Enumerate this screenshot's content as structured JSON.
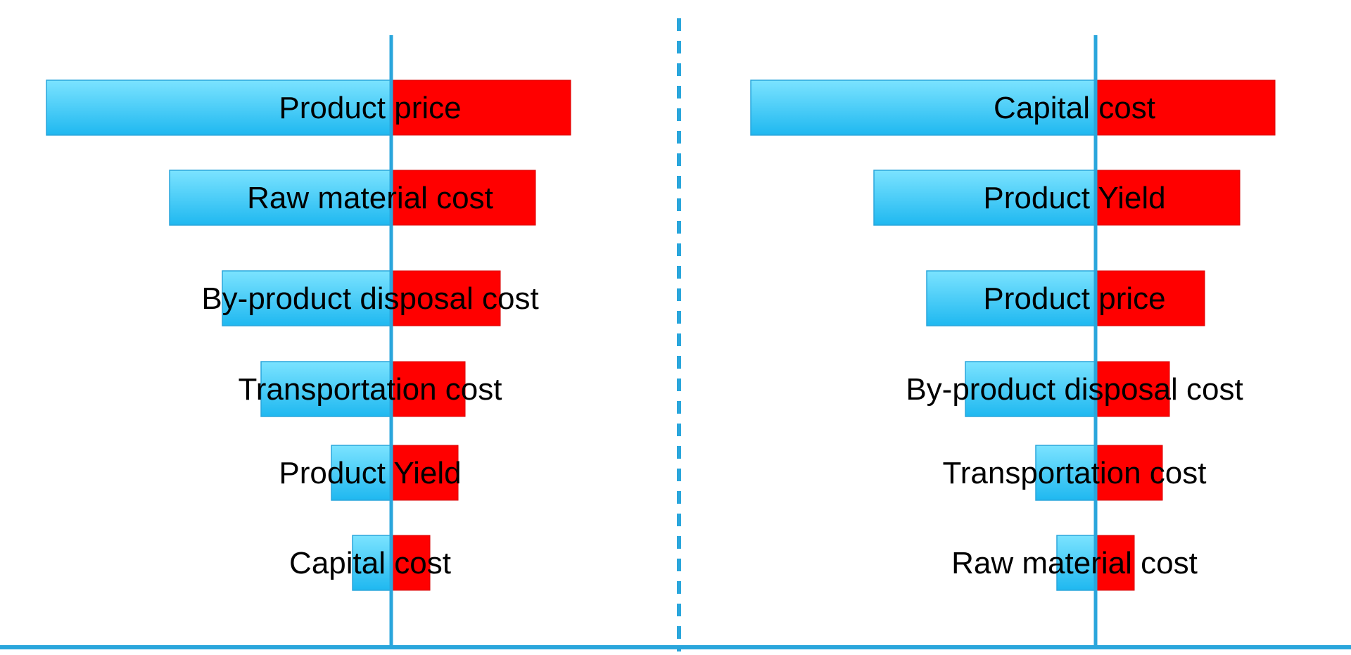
{
  "colors": {
    "low_bar_top": "#7be3ff",
    "low_bar_bottom": "#1fb8f0",
    "low_bar_stroke": "#2aa6dc",
    "high_bar": "#ff0000",
    "high_bar_stroke": "#d80000",
    "axis": "#2aa6dc",
    "divider": "#2aa6dc",
    "baseline": "#2aa6dc",
    "label": "#000000"
  },
  "chart_data": [
    {
      "type": "bar",
      "orientation": "horizontal",
      "style": "tornado",
      "title": "",
      "xlabel": "",
      "ylabel": "",
      "xlim": [
        -4.9,
        2.55
      ],
      "categories": [
        "Product price",
        "Raw material cost",
        "By-product disposal cost",
        "Transportation cost",
        "Product Yield",
        "Capital cost"
      ],
      "series": [
        {
          "values": [
            -4.9,
            -3.15,
            -2.4,
            -1.85,
            -0.85,
            -0.55
          ]
        },
        {
          "values": [
            2.55,
            2.05,
            1.55,
            1.05,
            0.95,
            0.55
          ]
        }
      ]
    },
    {
      "type": "bar",
      "orientation": "horizontal",
      "style": "tornado",
      "title": "",
      "xlabel": "",
      "ylabel": "",
      "xlim": [
        -4.9,
        2.55
      ],
      "categories": [
        "Capital cost",
        "Product Yield",
        "Product price",
        "By-product disposal cost",
        "Transportation cost",
        "Raw material cost"
      ],
      "series": [
        {
          "values": [
            -4.9,
            -3.15,
            -2.4,
            -1.85,
            -0.85,
            -0.55
          ]
        },
        {
          "values": [
            2.55,
            2.05,
            1.55,
            1.05,
            0.95,
            0.55
          ]
        }
      ]
    }
  ]
}
